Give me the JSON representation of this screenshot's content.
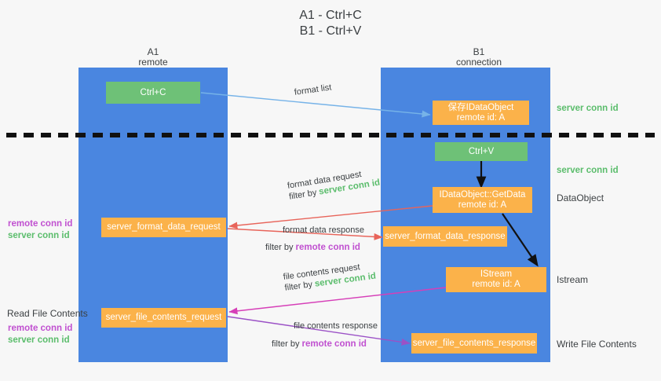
{
  "title": {
    "line1": "A1 - Ctrl+C",
    "line2": "B1 - Ctrl+V"
  },
  "colors": {
    "lane": "#4a86e0",
    "node_green": "#6ec177",
    "node_orange": "#fbb24a",
    "arrow_blue": "#76b3e8",
    "arrow_red": "#e8645a",
    "arrow_pink": "#d63fb8",
    "arrow_purple": "#9b51c6",
    "arrow_black": "#111111",
    "text_green": "#5bbd6c",
    "text_pink": "#c050d0",
    "background": "#f7f7f7",
    "divider": "#111111"
  },
  "lanes": [
    {
      "id": "a1",
      "title": "A1",
      "subtitle": "remote"
    },
    {
      "id": "b1",
      "title": "B1",
      "subtitle": "connection"
    }
  ],
  "nodes": [
    {
      "id": "ctrl-c",
      "label": "Ctrl+C",
      "color": "green"
    },
    {
      "id": "idataobject",
      "label": "保存IDataObject\nremote id: A",
      "color": "orange"
    },
    {
      "id": "ctrl-v",
      "label": "Ctrl+V",
      "color": "green"
    },
    {
      "id": "idataobject-getdata",
      "label": "IDataObject::GetData\nremote id: A",
      "color": "orange"
    },
    {
      "id": "server-format-data-request",
      "label": "server_format_data_request",
      "color": "orange"
    },
    {
      "id": "server-format-data-response",
      "label": "server_format_data_response",
      "color": "orange"
    },
    {
      "id": "istream",
      "label": "IStream\nremote id: A",
      "color": "orange"
    },
    {
      "id": "server-file-contents-request",
      "label": "server_file_contents_request",
      "color": "orange"
    },
    {
      "id": "server-file-contents-response",
      "label": "server_file_contents_response",
      "color": "orange"
    }
  ],
  "edge_labels": [
    {
      "id": "format-list",
      "text": "format list"
    },
    {
      "id": "format-data-request",
      "text": "format data request"
    },
    {
      "id": "format-data-response",
      "text": "format data response"
    },
    {
      "id": "file-contents-request",
      "text": "file contents request"
    },
    {
      "id": "file-contents-response",
      "text": "file contents response"
    }
  ],
  "filters": [
    {
      "id": "filter-server-1",
      "prefix": "filter by ",
      "value": "server conn id",
      "kind": "server"
    },
    {
      "id": "filter-remote-1",
      "prefix": "filter by ",
      "value": "remote conn id",
      "kind": "remote"
    },
    {
      "id": "filter-server-2",
      "prefix": "filter by ",
      "value": "server conn id",
      "kind": "server"
    },
    {
      "id": "filter-remote-2",
      "prefix": "filter by ",
      "value": "remote conn id",
      "kind": "remote"
    }
  ],
  "right_labels": [
    {
      "id": "right-server-conn-1",
      "text": "server conn id",
      "kind": "server"
    },
    {
      "id": "right-server-conn-2",
      "text": "server conn id",
      "kind": "server"
    },
    {
      "id": "right-dataobject",
      "text": "DataObject",
      "kind": "plain"
    },
    {
      "id": "right-istream",
      "text": "Istream",
      "kind": "plain"
    },
    {
      "id": "right-write-file",
      "text": "Write File Contents",
      "kind": "plain"
    }
  ],
  "left_labels": [
    {
      "id": "left-remote-conn-1",
      "text": "remote conn id",
      "kind": "remote"
    },
    {
      "id": "left-server-conn-1",
      "text": "server conn id",
      "kind": "server"
    },
    {
      "id": "left-read-file",
      "text": "Read File Contents",
      "kind": "plain"
    },
    {
      "id": "left-remote-conn-2",
      "text": "remote conn id",
      "kind": "remote"
    },
    {
      "id": "left-server-conn-2",
      "text": "server conn id",
      "kind": "server"
    }
  ]
}
